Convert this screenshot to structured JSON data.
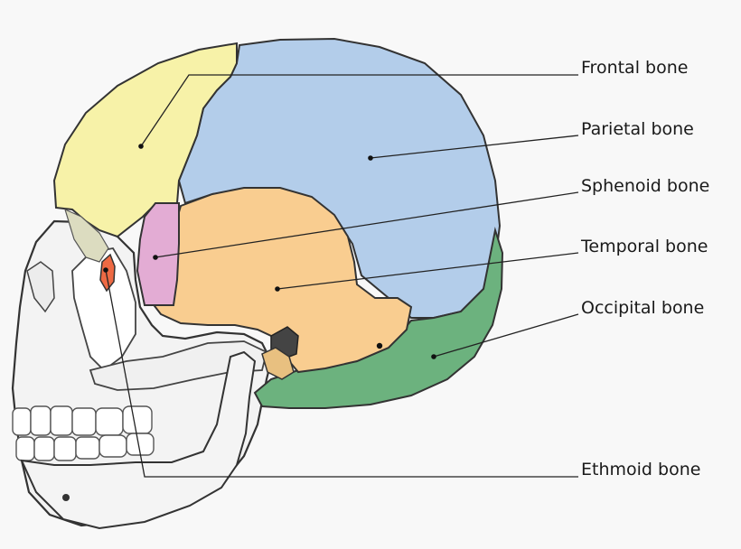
{
  "labels": {
    "frontal": "Frontal bone",
    "parietal": "Parietal bone",
    "sphenoid": "Sphenoid bone",
    "temporal": "Temporal bone",
    "occipital": "Occipital bone",
    "ethmoid": "Ethmoid bone"
  },
  "colors": {
    "background": "#f8f8f8",
    "frontal": "#f7f2a8",
    "parietal": "#b3cdea",
    "sphenoid": "#e3acd4",
    "temporal": "#f9cd90",
    "occipital": "#6cb27e",
    "ethmoid": "#ee6a44",
    "face_bone": "#f3f3f3",
    "outline": "#333333",
    "leader_line": "#222222"
  }
}
